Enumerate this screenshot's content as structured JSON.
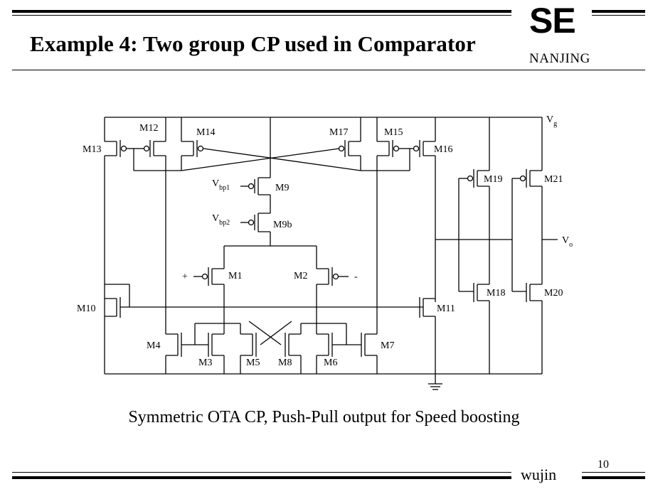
{
  "header": {
    "title": "Example 4: Two group CP used in Comparator",
    "logo": "SE",
    "logo_subtitle": "NANJING"
  },
  "schematic": {
    "transistors": [
      "M12",
      "M13",
      "M14",
      "M17",
      "M15",
      "M16",
      "M9",
      "M9b",
      "M1",
      "M2",
      "M10",
      "M11",
      "M4",
      "M3",
      "M5",
      "M8",
      "M6",
      "M7",
      "M19",
      "M21",
      "M18",
      "M20"
    ],
    "signals": {
      "supply": "V",
      "supply_sub": "g",
      "bias1": "V",
      "bias1_sub": "bp1",
      "bias2": "V",
      "bias2_sub": "bp2",
      "output": "V",
      "output_sub": "o",
      "plus": "+",
      "minus": "-"
    }
  },
  "caption": "Symmetric OTA CP, Push-Pull output for Speed boosting",
  "footer": {
    "author": "wujin",
    "page": "10"
  }
}
